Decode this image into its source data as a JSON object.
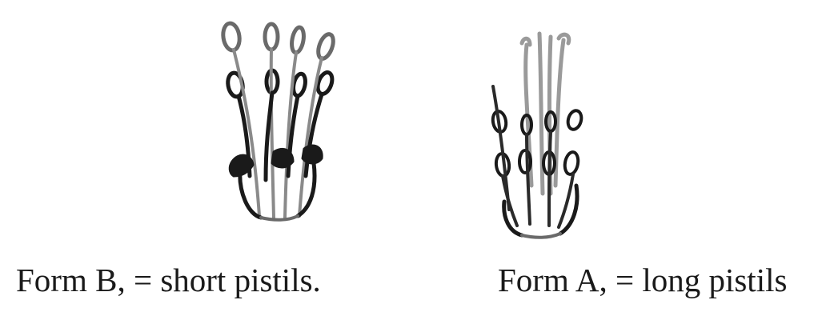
{
  "captions": {
    "form_b": "Form B, = short pistils.",
    "form_a": "Form A, = long pistils"
  },
  "colors": {
    "ink": "#1a1a1a",
    "ink_mid": "#555555",
    "ink_light": "#9a9a9a",
    "background": "#ffffff"
  },
  "figures": [
    {
      "name": "form-b-flower-sketch",
      "depicts": "short-pistil flower form"
    },
    {
      "name": "form-a-flower-sketch",
      "depicts": "long-pistil flower form"
    }
  ]
}
